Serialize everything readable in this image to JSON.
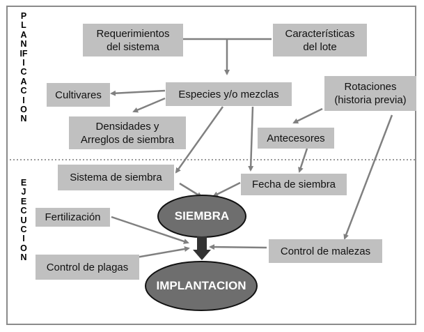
{
  "phases": {
    "planning": "PLANIFICACION",
    "execution": "EJECUCION"
  },
  "nodes": {
    "requerimientos": "Requerimientos\ndel sistema",
    "caracteristicas": "Características\ndel lote",
    "cultivares": "Cultivares",
    "especies": "Especies y/o mezclas",
    "rotaciones": "Rotaciones\n(historia previa)",
    "densidades": "Densidades y\nArreglos de siembra",
    "antecesores": "Antecesores",
    "sistema_siembra": "Sistema de siembra",
    "fecha_siembra": "Fecha de siembra",
    "fertilizacion": "Fertilización",
    "control_plagas": "Control de plagas",
    "control_malezas": "Control de malezas",
    "siembra": "SIEMBRA",
    "implantacion": "IMPLANTACION"
  },
  "colors": {
    "box_fill": "#c0c0c0",
    "ellipse_fill": "#6e6e6e",
    "arrow": "#808080",
    "main_arrow": "#333333"
  }
}
